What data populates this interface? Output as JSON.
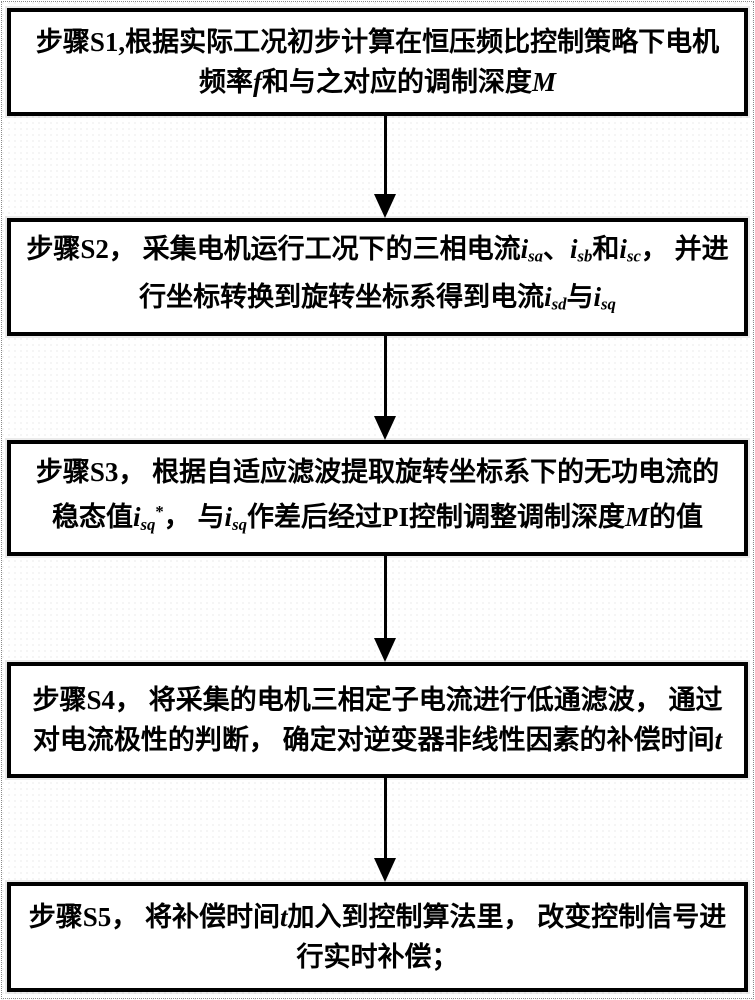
{
  "figure": {
    "type": "flowchart",
    "direction": "top-down",
    "background_color": "#ffffff",
    "stroke_color": "#000000",
    "connector_style": "solid-line-filled-triangle-arrow",
    "connector_count": 4
  },
  "steps": [
    {
      "id": "S1",
      "lines": [
        [
          {
            "t": "步骤S1,根据实际工况初步计算在恒压频比控制策略下电机"
          }
        ],
        [
          {
            "t": "频率"
          },
          {
            "t": "f",
            "var": true
          },
          {
            "t": "和与之对应的调制深度"
          },
          {
            "t": "M",
            "var": true
          }
        ]
      ]
    },
    {
      "id": "S2",
      "lines": [
        [
          {
            "t": "步骤S2， 采集电机运行工况下的三相电流"
          },
          {
            "t": "i",
            "var": true
          },
          {
            "t": "sa",
            "var": true,
            "pos": "sub"
          },
          {
            "t": "、"
          },
          {
            "t": "i",
            "var": true
          },
          {
            "t": "sb",
            "var": true,
            "pos": "sub"
          },
          {
            "t": "和"
          },
          {
            "t": "i",
            "var": true
          },
          {
            "t": "sc",
            "var": true,
            "pos": "sub"
          },
          {
            "t": "， 并进"
          }
        ],
        [
          {
            "t": "行坐标转换到旋转坐标系得到电流"
          },
          {
            "t": "i",
            "var": true
          },
          {
            "t": "sd",
            "var": true,
            "pos": "sub"
          },
          {
            "t": "与"
          },
          {
            "t": "i",
            "var": true
          },
          {
            "t": "sq",
            "var": true,
            "pos": "sub"
          }
        ]
      ]
    },
    {
      "id": "S3",
      "lines": [
        [
          {
            "t": "步骤S3， 根据自适应滤波提取旋转坐标系下的无功电流的"
          }
        ],
        [
          {
            "t": "稳态值"
          },
          {
            "t": "i",
            "var": true
          },
          {
            "t": "sq",
            "var": true,
            "pos": "sub"
          },
          {
            "t": "*",
            "pos": "sup"
          },
          {
            "t": "， 与"
          },
          {
            "t": "i",
            "var": true
          },
          {
            "t": "sq",
            "var": true,
            "pos": "sub"
          },
          {
            "t": "作差后经过PI控制调整调制深度"
          },
          {
            "t": "M",
            "var": true
          },
          {
            "t": "的值"
          }
        ]
      ]
    },
    {
      "id": "S4",
      "lines": [
        [
          {
            "t": "步骤S4， 将采集的电机三相定子电流进行低通滤波， 通过"
          }
        ],
        [
          {
            "t": "对电流极性的判断， 确定对逆变器非线性因素的补偿时间"
          },
          {
            "t": "t",
            "var": true
          }
        ]
      ]
    },
    {
      "id": "S5",
      "lines": [
        [
          {
            "t": "步骤S5， 将补偿时间"
          },
          {
            "t": "t",
            "var": true
          },
          {
            "t": "加入到控制算法里， 改变控制信号进"
          }
        ],
        [
          {
            "t": "行实时补偿；"
          }
        ]
      ]
    }
  ]
}
